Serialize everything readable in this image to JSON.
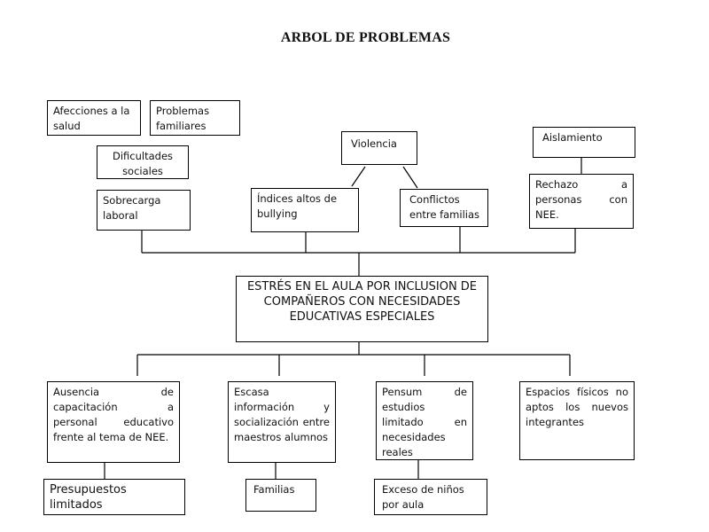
{
  "title": "ARBOL DE PROBLEMAS",
  "effects": {
    "afecciones": "Afecciones a la salud",
    "problemas_familiares": "Problemas familiares",
    "dificultades_sociales": "Dificultades sociales",
    "sobrecarga_laboral": "Sobrecarga laboral",
    "violencia": "Violencia",
    "indices_bullying": "Índices altos de bullying",
    "conflictos_familias": "Conflictos entre familias",
    "aislamiento": "Aislamiento",
    "rechazo": "Rechazo a personas con NEE."
  },
  "central_problem": "ESTRÉS EN EL AULA POR INCLUSION DE COMPAÑEROS CON NECESIDADES EDUCATIVAS ESPECIALES",
  "causes": {
    "ausencia_capacitacion": "Ausencia de capacitación a personal educativo frente al tema de NEE.",
    "escasa_informacion": "Escasa información y socialización entre maestros alumnos",
    "pensum": "Pensum de estudios limitado en necesidades reales",
    "espacios_fisicos": "Espacios físicos no aptos los nuevos integrantes",
    "presupuestos": "Presupuestos limitados",
    "familias": "Familias",
    "exceso_ninos": "Exceso de niños por aula"
  },
  "colors": {
    "line": "#000000",
    "background": "#ffffff"
  }
}
